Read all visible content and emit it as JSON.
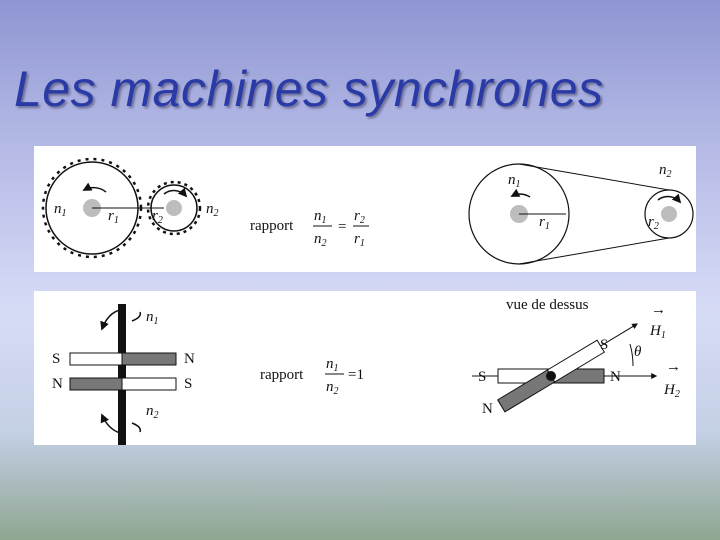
{
  "slide": {
    "title": "Les machines synchrones"
  },
  "panel_top": {
    "gears": {
      "n1": "n",
      "n1_sub": "1",
      "r1": "r",
      "r1_sub": "1",
      "r2": "r",
      "r2_sub": "2",
      "n2": "n",
      "n2_sub": "2"
    },
    "ratio": {
      "word": "rapport",
      "num_left": "n",
      "num_left_sub": "1",
      "den_left": "n",
      "den_left_sub": "2",
      "num_right": "r",
      "num_right_sub": "2",
      "den_right": "r",
      "den_right_sub": "1",
      "eq": "="
    },
    "pulleys": {
      "n1": "n",
      "n1_sub": "1",
      "r1": "r",
      "r1_sub": "1",
      "n2": "n",
      "n2_sub": "2",
      "r2": "r",
      "r2_sub": "2"
    }
  },
  "panel_bottom": {
    "magnets": {
      "n1": "n",
      "n1_sub": "1",
      "n2": "n",
      "n2_sub": "2",
      "top_left": "S",
      "top_right": "N",
      "bottom_left": "N",
      "bottom_right": "S"
    },
    "ratio": {
      "word": "rapport",
      "num": "n",
      "num_sub": "1",
      "den": "n",
      "den_sub": "2",
      "eq": "=1"
    },
    "top_view": {
      "caption": "vue de dessus",
      "S_left": "S",
      "N_mid": "N",
      "S_tilted": "S",
      "N_tilted": "N",
      "theta": "θ",
      "H1": "H",
      "H1_sub": "1",
      "H2": "H",
      "H2_sub": "2",
      "vec_arrow": "→"
    }
  }
}
